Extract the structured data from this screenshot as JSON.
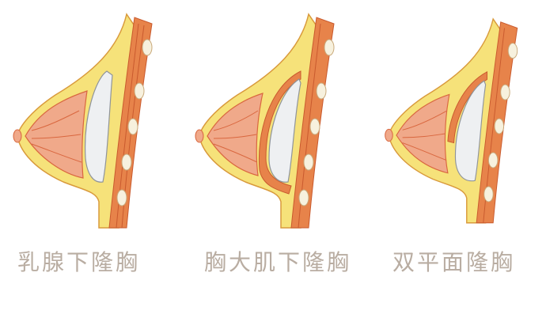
{
  "diagram": {
    "title": "",
    "panels": [
      {
        "id": "subglandular",
        "label": "乳腺下隆胸",
        "implant_position": "below-gland"
      },
      {
        "id": "submuscular",
        "label": "胸大肌下隆胸",
        "implant_position": "below-muscle"
      },
      {
        "id": "dual-plane",
        "label": "双平面隆胸",
        "implant_position": "dual-plane"
      }
    ]
  },
  "colors": {
    "fat": "#f6e27a",
    "fat_outline": "#d99a3c",
    "muscle": "#e7834a",
    "muscle_stripe": "#c95a2e",
    "gland": "#f0a98a",
    "gland_outline": "#d9673f",
    "implant": "#eef0f2",
    "implant_shade": "#c9ced4",
    "rib": "#f7f1de",
    "caption": "#b9ada2"
  }
}
